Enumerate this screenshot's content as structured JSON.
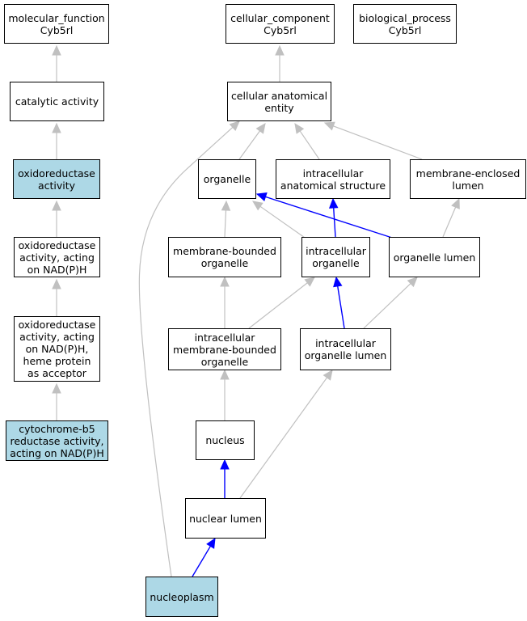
{
  "colors": {
    "highlight_fill": "#add8e6",
    "default_fill": "#ffffff",
    "is_a_edge": "#c0c0c0",
    "part_of_edge": "#0000ff",
    "border": "#000000"
  },
  "nodes": [
    {
      "id": "mf",
      "label": "molecular_function\nCyb5rl",
      "highlight": false
    },
    {
      "id": "cc",
      "label": "cellular_component\nCyb5rl",
      "highlight": false
    },
    {
      "id": "bp",
      "label": "biological_process\nCyb5rl",
      "highlight": false
    },
    {
      "id": "cat",
      "label": "catalytic activity",
      "highlight": false
    },
    {
      "id": "cae",
      "label": "cellular anatomical\nentity",
      "highlight": false
    },
    {
      "id": "oxa",
      "label": "oxidoreductase\nactivity",
      "highlight": true
    },
    {
      "id": "org",
      "label": "organelle",
      "highlight": false
    },
    {
      "id": "ias",
      "label": "intracellular\nanatomical structure",
      "highlight": false
    },
    {
      "id": "mel",
      "label": "membrane-enclosed\nlumen",
      "highlight": false
    },
    {
      "id": "oxn",
      "label": "oxidoreductase\nactivity, acting\non NAD(P)H",
      "highlight": false
    },
    {
      "id": "mbo",
      "label": "membrane-bounded\norganelle",
      "highlight": false
    },
    {
      "id": "io",
      "label": "intracellular\norganelle",
      "highlight": false
    },
    {
      "id": "ol",
      "label": "organelle lumen",
      "highlight": false
    },
    {
      "id": "oxh",
      "label": "oxidoreductase\nactivity, acting\non NAD(P)H,\nheme protein\nas acceptor",
      "highlight": false
    },
    {
      "id": "imbo",
      "label": "intracellular\nmembrane-bounded\norganelle",
      "highlight": false
    },
    {
      "id": "iol",
      "label": "intracellular\norganelle lumen",
      "highlight": false
    },
    {
      "id": "cb5",
      "label": "cytochrome-b5\nreductase activity,\nacting on NAD(P)H",
      "highlight": true
    },
    {
      "id": "nuc",
      "label": "nucleus",
      "highlight": false
    },
    {
      "id": "nl",
      "label": "nuclear lumen",
      "highlight": false
    },
    {
      "id": "np",
      "label": "nucleoplasm",
      "highlight": true
    }
  ],
  "edges": [
    {
      "from": "cat",
      "to": "mf",
      "type": "is_a"
    },
    {
      "from": "oxa",
      "to": "cat",
      "type": "is_a"
    },
    {
      "from": "oxn",
      "to": "oxa",
      "type": "is_a"
    },
    {
      "from": "oxh",
      "to": "oxn",
      "type": "is_a"
    },
    {
      "from": "cb5",
      "to": "oxh",
      "type": "is_a"
    },
    {
      "from": "cae",
      "to": "cc",
      "type": "is_a"
    },
    {
      "from": "org",
      "to": "cae",
      "type": "is_a"
    },
    {
      "from": "ias",
      "to": "cae",
      "type": "is_a"
    },
    {
      "from": "mel",
      "to": "cae",
      "type": "is_a"
    },
    {
      "from": "np",
      "to": "cae",
      "type": "is_a"
    },
    {
      "from": "mbo",
      "to": "org",
      "type": "is_a"
    },
    {
      "from": "io",
      "to": "org",
      "type": "is_a"
    },
    {
      "from": "ol",
      "to": "org",
      "type": "part_of"
    },
    {
      "from": "io",
      "to": "ias",
      "type": "part_of"
    },
    {
      "from": "ol",
      "to": "mel",
      "type": "is_a"
    },
    {
      "from": "imbo",
      "to": "mbo",
      "type": "is_a"
    },
    {
      "from": "imbo",
      "to": "io",
      "type": "is_a"
    },
    {
      "from": "iol",
      "to": "io",
      "type": "part_of"
    },
    {
      "from": "iol",
      "to": "ol",
      "type": "is_a"
    },
    {
      "from": "nuc",
      "to": "imbo",
      "type": "is_a"
    },
    {
      "from": "nl",
      "to": "nuc",
      "type": "part_of"
    },
    {
      "from": "nl",
      "to": "iol",
      "type": "is_a"
    },
    {
      "from": "np",
      "to": "nl",
      "type": "part_of"
    }
  ]
}
